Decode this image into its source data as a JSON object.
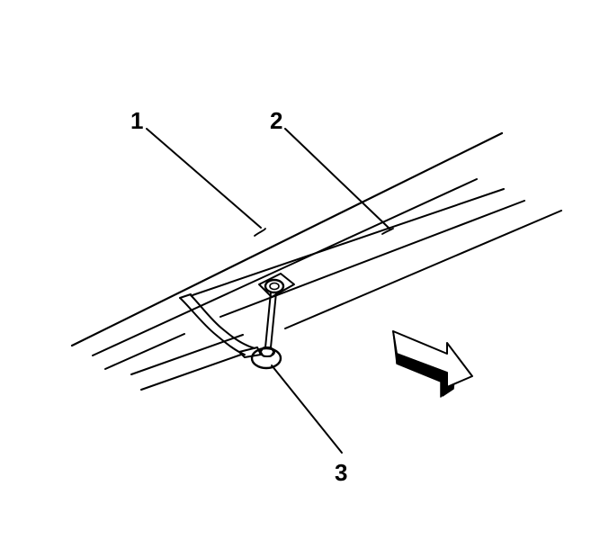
{
  "callouts": [
    {
      "id": "1",
      "label": "1"
    },
    {
      "id": "2",
      "label": "2"
    },
    {
      "id": "3",
      "label": "3"
    }
  ],
  "colors": {
    "ink": "#000000",
    "background": "#ffffff"
  },
  "icons": {
    "direction": "front-arrow-icon"
  }
}
